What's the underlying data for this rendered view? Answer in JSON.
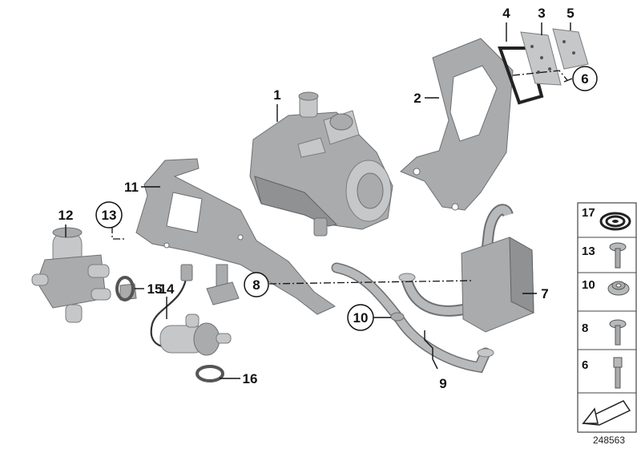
{
  "diagram": {
    "document_id": "248563",
    "callouts": [
      {
        "id": "1",
        "label": "1",
        "circled": false
      },
      {
        "id": "2",
        "label": "2",
        "circled": false
      },
      {
        "id": "3",
        "label": "3",
        "circled": false
      },
      {
        "id": "4",
        "label": "4",
        "circled": false
      },
      {
        "id": "5",
        "label": "5",
        "circled": false
      },
      {
        "id": "6",
        "label": "6",
        "circled": true
      },
      {
        "id": "7",
        "label": "7",
        "circled": false
      },
      {
        "id": "8",
        "label": "8",
        "circled": true
      },
      {
        "id": "9",
        "label": "9",
        "circled": false
      },
      {
        "id": "10",
        "label": "10",
        "circled": true
      },
      {
        "id": "11",
        "label": "11",
        "circled": false
      },
      {
        "id": "12",
        "label": "12",
        "circled": false
      },
      {
        "id": "13",
        "label": "13",
        "circled": true
      },
      {
        "id": "14",
        "label": "14",
        "circled": false
      },
      {
        "id": "15",
        "label": "15",
        "circled": false
      },
      {
        "id": "16",
        "label": "16",
        "circled": false
      }
    ],
    "small_parts_panel": [
      {
        "label": "17",
        "part": "sealing-strip"
      },
      {
        "label": "13",
        "part": "screw"
      },
      {
        "label": "10",
        "part": "hex-nut"
      },
      {
        "label": "8",
        "part": "bolt"
      },
      {
        "label": "6",
        "part": "stud"
      }
    ],
    "colors": {
      "part_fill": "#a9abad",
      "line": "#111111",
      "background": "#ffffff"
    }
  }
}
